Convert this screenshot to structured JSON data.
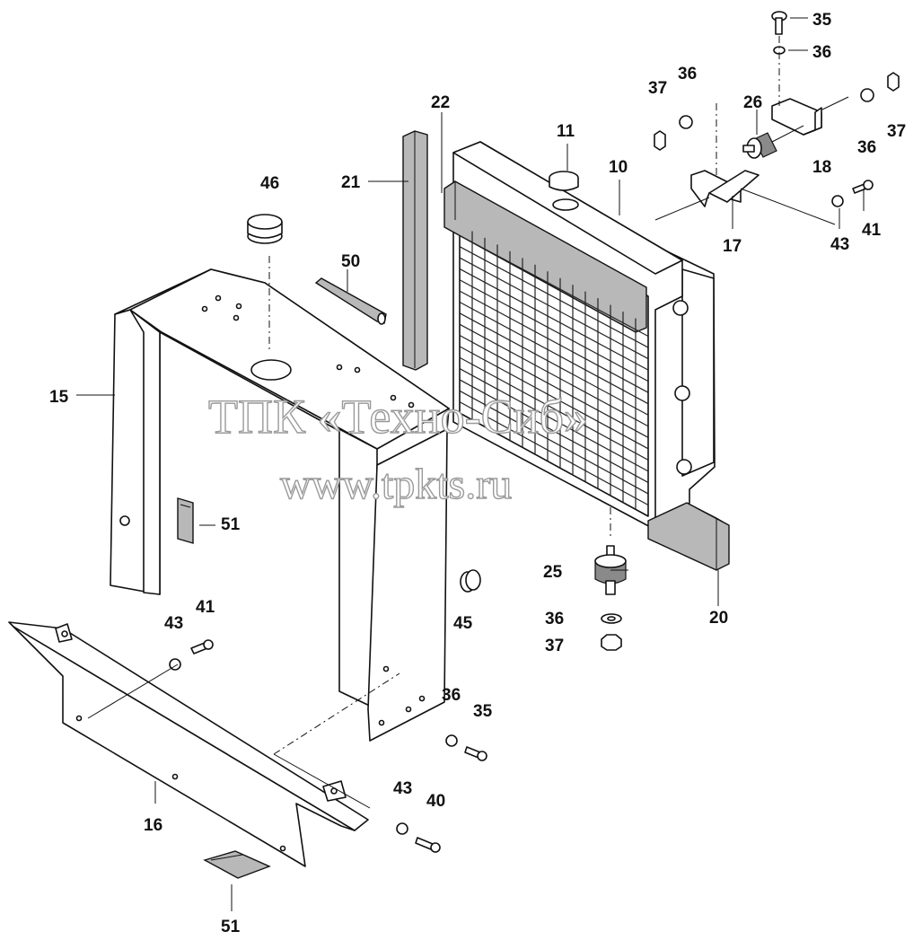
{
  "watermark": {
    "line1": "ТПК «Техно-Сиб»",
    "line2": "www.tpkts.ru"
  },
  "callouts": [
    {
      "id": "c35a",
      "text": "35"
    },
    {
      "id": "c36a",
      "text": "36"
    },
    {
      "id": "c37a",
      "text": "37"
    },
    {
      "id": "c36b",
      "text": "36"
    },
    {
      "id": "c26",
      "text": "26"
    },
    {
      "id": "c37b",
      "text": "37"
    },
    {
      "id": "c36c",
      "text": "36"
    },
    {
      "id": "c18",
      "text": "18"
    },
    {
      "id": "c22",
      "text": "22"
    },
    {
      "id": "c11",
      "text": "11"
    },
    {
      "id": "c10",
      "text": "10"
    },
    {
      "id": "c21",
      "text": "21"
    },
    {
      "id": "c46",
      "text": "46"
    },
    {
      "id": "c17",
      "text": "17"
    },
    {
      "id": "c41a",
      "text": "41"
    },
    {
      "id": "c43a",
      "text": "43"
    },
    {
      "id": "c50",
      "text": "50"
    },
    {
      "id": "c15",
      "text": "15"
    },
    {
      "id": "c51a",
      "text": "51"
    },
    {
      "id": "c25",
      "text": "25"
    },
    {
      "id": "c20",
      "text": "20"
    },
    {
      "id": "c36d",
      "text": "36"
    },
    {
      "id": "c45",
      "text": "45"
    },
    {
      "id": "c41b",
      "text": "41"
    },
    {
      "id": "c43b",
      "text": "43"
    },
    {
      "id": "c37c",
      "text": "37"
    },
    {
      "id": "c36e",
      "text": "36"
    },
    {
      "id": "c35b",
      "text": "35"
    },
    {
      "id": "c43c",
      "text": "43"
    },
    {
      "id": "c40",
      "text": "40"
    },
    {
      "id": "c16",
      "text": "16"
    },
    {
      "id": "c51b",
      "text": "51"
    }
  ]
}
